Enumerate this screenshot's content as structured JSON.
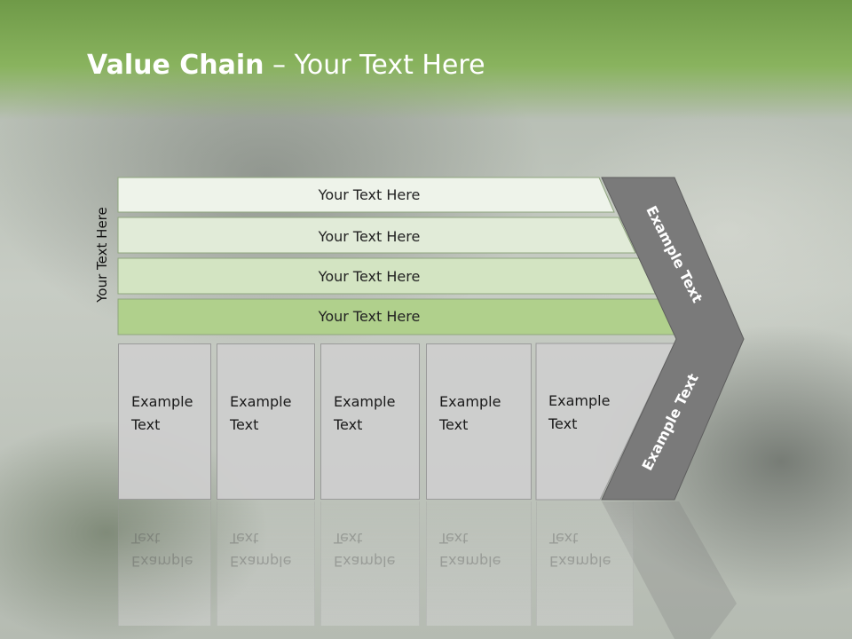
{
  "title": {
    "bold": "Value Chain",
    "rest": " – Your Text Here"
  },
  "side_label": "Your Text Here",
  "bars": [
    {
      "label": "Your Text Here",
      "color": "#eef3ea"
    },
    {
      "label": "Your Text Here",
      "color": "#e1ebd8"
    },
    {
      "label": "Your Text Here",
      "color": "#d3e4c2"
    },
    {
      "label": "Your Text Here",
      "color": "#b0d08c"
    }
  ],
  "cells": [
    {
      "line1": "Example",
      "line2": "Text"
    },
    {
      "line1": "Example",
      "line2": "Text"
    },
    {
      "line1": "Example",
      "line2": "Text"
    },
    {
      "line1": "Example",
      "line2": "Text"
    },
    {
      "line1": "Example",
      "line2": "Text"
    }
  ],
  "chevron": {
    "upper_label": "Example Text",
    "lower_label": "Example Text",
    "color": "#7a7a7a"
  }
}
